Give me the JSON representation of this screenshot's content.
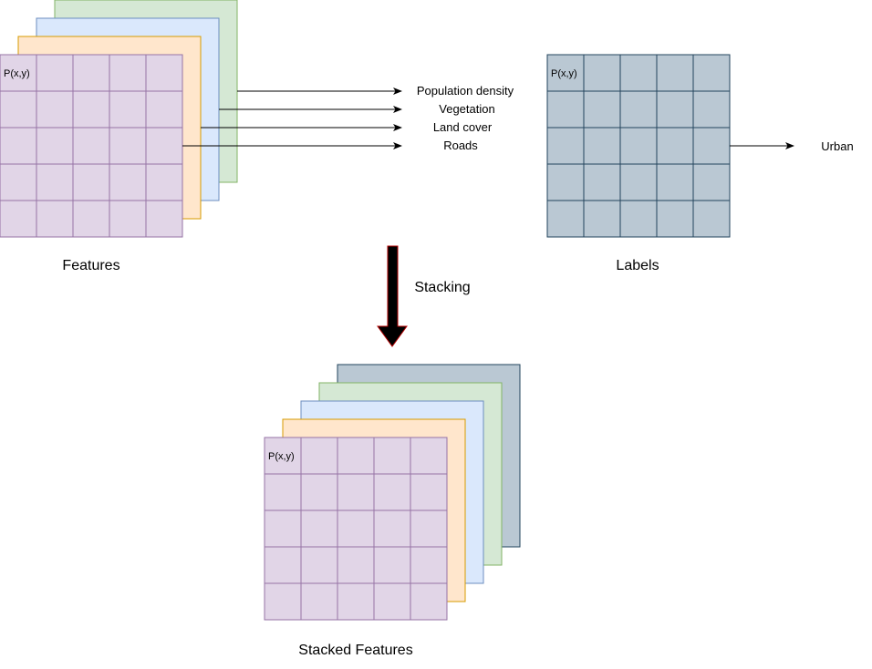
{
  "features": {
    "caption": "Features",
    "cell_label": "P(x,y)",
    "layers": [
      {
        "fill": "#d5e8d4",
        "stroke": "#82b366"
      },
      {
        "fill": "#dae8fc",
        "stroke": "#6c8ebf"
      },
      {
        "fill": "#ffe6cc",
        "stroke": "#d79b00"
      },
      {
        "fill": "#e1d5e7",
        "stroke": "#9673a6"
      }
    ],
    "arrow_labels": [
      "Population density",
      "Vegetation",
      "Land cover",
      "Roads"
    ]
  },
  "labels_grid": {
    "caption": "Labels",
    "cell_label": "P(x,y)",
    "fill": "#bac8d3",
    "stroke": "#23445d",
    "output_label": "Urban"
  },
  "stacking": {
    "label": "Stacking",
    "arrow_fill": "#000000",
    "arrow_stroke": "#b20000"
  },
  "stacked": {
    "caption": "Stacked Features",
    "cell_label": "P(x,y)",
    "layers": [
      {
        "fill": "#bac8d3",
        "stroke": "#23445d"
      },
      {
        "fill": "#d5e8d4",
        "stroke": "#82b366"
      },
      {
        "fill": "#dae8fc",
        "stroke": "#6c8ebf"
      },
      {
        "fill": "#ffe6cc",
        "stroke": "#d79b00"
      },
      {
        "fill": "#e1d5e7",
        "stroke": "#9673a6"
      }
    ]
  }
}
